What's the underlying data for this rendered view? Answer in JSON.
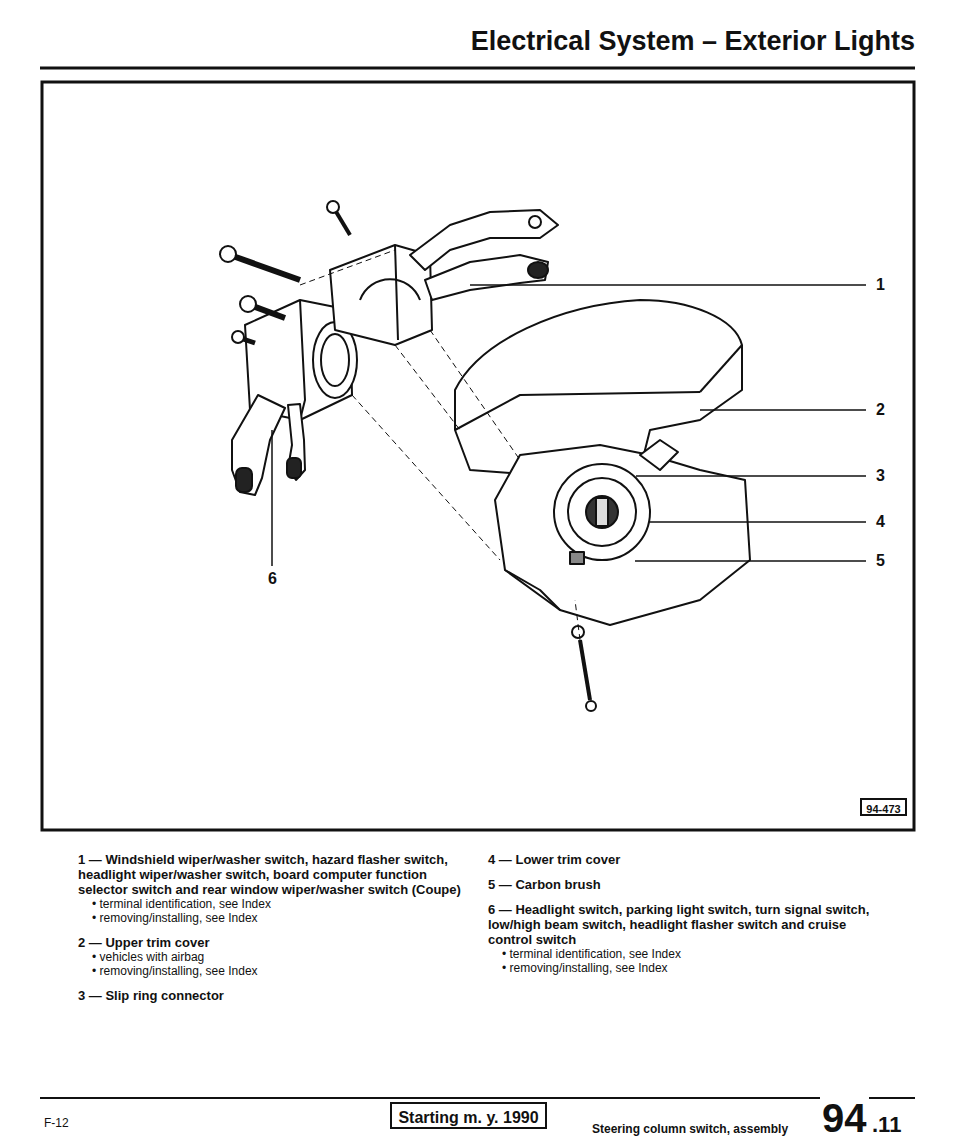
{
  "diagram": {
    "title": "Electrical System – Exterior Lights",
    "nodes": [
      {
        "text": [
          "94-473"
        ]
      },
      {
        "text": [
          "Starting m. y. 1990"
        ]
      }
    ],
    "labels": [
      "1",
      "2",
      "3",
      "4",
      "5",
      "6",
      "1 — Windshield wiper/washer switch, hazard flasher switch, headlight wiper/washer switch, board computer function selector switch and rear window wiper/washer switch (Coupe)",
      "• terminal identification, see Index",
      "• removing/installing, see Index",
      "2 — Upper trim cover",
      "• vehicles with airbag",
      "• removing/installing, see Index",
      "3 — Slip ring connector",
      "4 — Lower trim cover",
      "5 — Carbon brush",
      "6 — Headlight switch, parking light switch, turn signal switch, low/high beam switch, headlight flasher switch and cruise control switch",
      "• terminal identification, see Index",
      "• removing/installing, see Index",
      "F-12",
      "Steering column switch, assembly",
      "94",
      ".11"
    ]
  }
}
